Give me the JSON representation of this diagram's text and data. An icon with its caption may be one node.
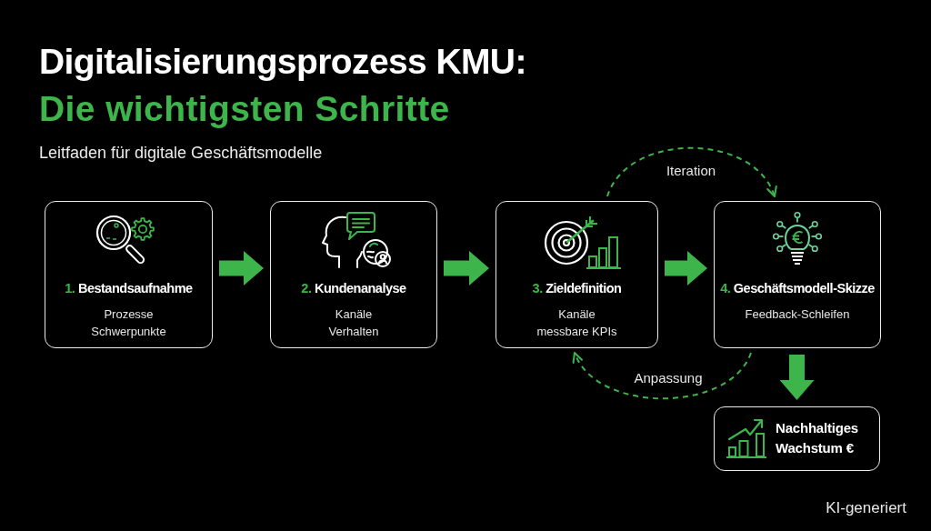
{
  "diagram": {
    "title": "Digitalisierungsprozess KMU:",
    "nodes": [
      {
        "text": [
          "1. Bestandsaufnahme",
          "Prozesse",
          "Schwerpunkte"
        ]
      },
      {
        "text": [
          "2. Kundenanalyse",
          "Kanäle",
          "Verhalten"
        ]
      },
      {
        "text": [
          "3. Zieldefinition",
          "Kanäle",
          "messbare KPIs"
        ]
      },
      {
        "text": [
          "4. Geschäftsmodell-Skizze",
          "Feedback-Schleifen"
        ]
      },
      {
        "text": [
          "Nachhaltiges Wachstum €"
        ]
      }
    ],
    "edges": [
      {
        "from": 0,
        "to": 1,
        "arrow": "to"
      },
      {
        "from": 1,
        "to": 2,
        "arrow": "to"
      },
      {
        "from": 2,
        "to": 3,
        "arrow": "to"
      },
      {
        "from": 2,
        "to": 3,
        "arrow": "to",
        "style": "dashed",
        "label": "Iteration"
      },
      {
        "from": 3,
        "to": 2,
        "arrow": "to",
        "style": "dashed",
        "label": "Anpassung"
      },
      {
        "from": 3,
        "to": 4,
        "arrow": "to"
      }
    ],
    "labels": [
      "Die wichtigsten Schritte",
      "Leitfaden für digitale Geschäftsmodelle",
      "KI-generiert"
    ]
  }
}
